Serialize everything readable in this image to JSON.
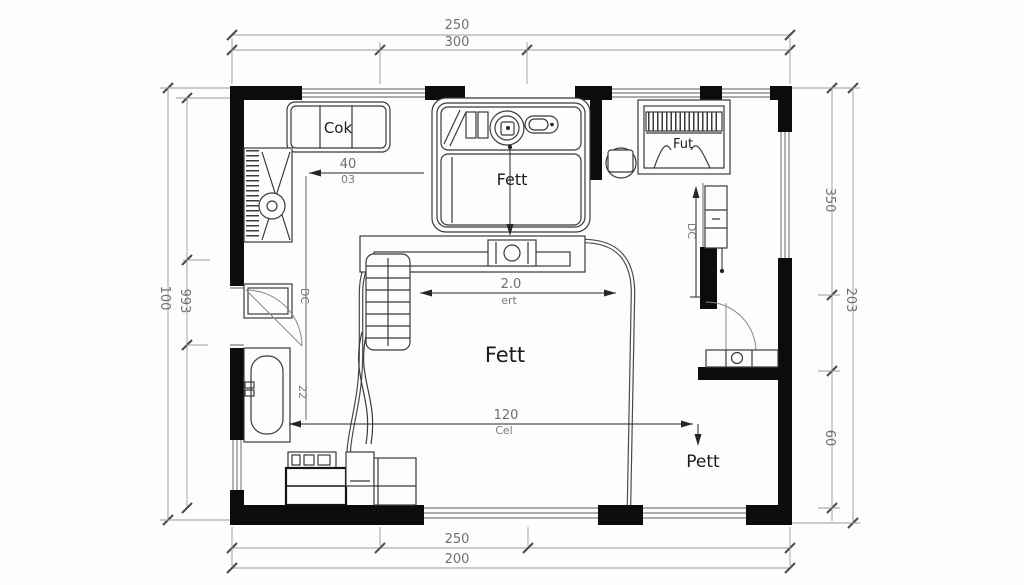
{
  "drawing": {
    "kind": "architectural floor plan, black line work on white sheet",
    "wall_color": "#0c0c0c",
    "line_color": "#3a3a3a",
    "dim_color": "#707070",
    "background": "#fdfdfb"
  },
  "dims": {
    "top_outer": "250",
    "top_inner": "300",
    "bottom_inner": "250",
    "bottom_outer": "200",
    "left_outer": "100",
    "left_inner": "993",
    "right_seg_top": "350",
    "right_overall": "203",
    "right_seg_bottom": "60",
    "sofa_offset": "40",
    "sofa_offset_sub": "03",
    "island_width": "2.0",
    "island_width_sub": "ert",
    "hall_width": "120",
    "hall_width_sub": "Cel",
    "chain_upper": "DC",
    "chain_lower": "22",
    "bath_chain": "DC"
  },
  "labels": {
    "sofa": "Cok",
    "bed": "Fett",
    "radiator": "Fut",
    "living": "Fett",
    "entry": "Pett"
  }
}
